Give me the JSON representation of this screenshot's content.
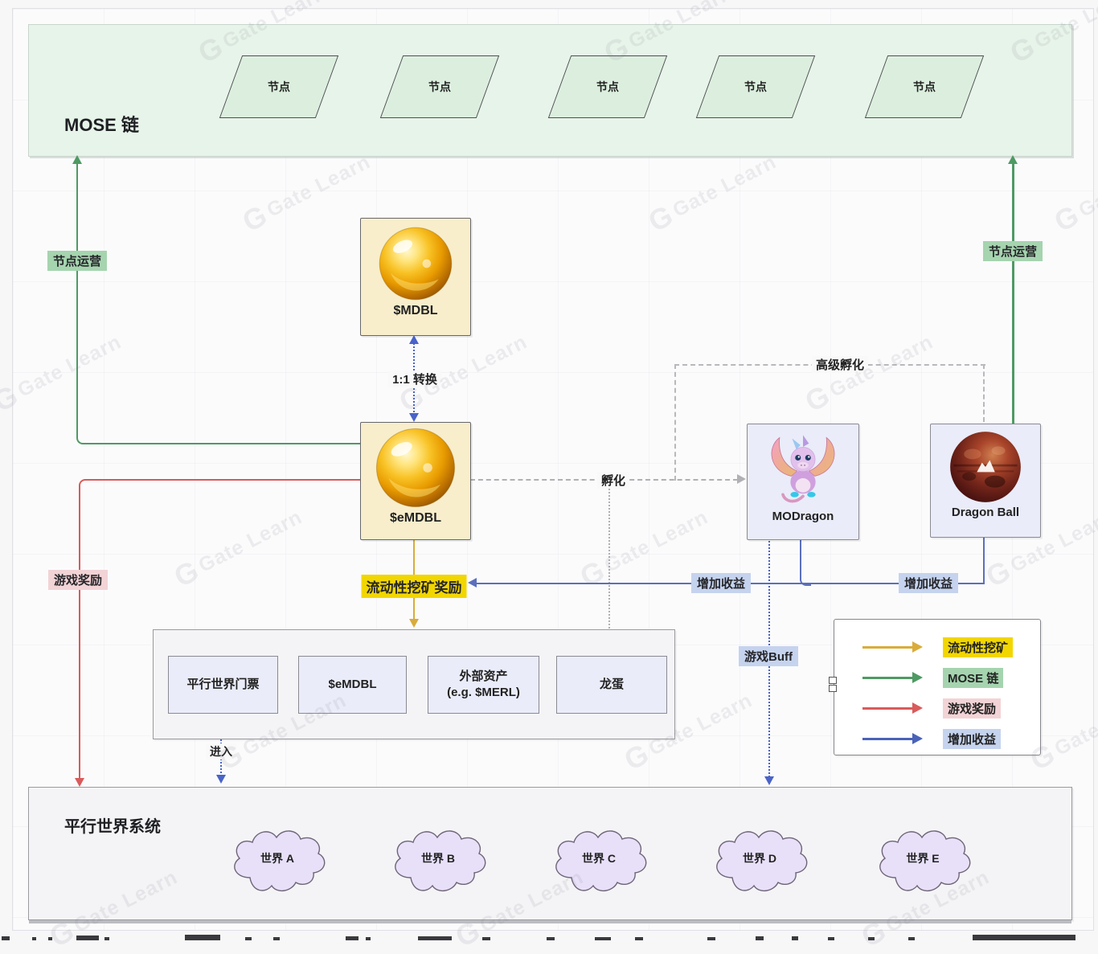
{
  "watermark": {
    "logo": "G",
    "text": "Gate Learn"
  },
  "colors": {
    "mose_green_fill": "#e7f4e9",
    "node_fill": "#dcefde",
    "token_fill": "#f8eecb",
    "nft_fill": "#eaecf9",
    "cloud_fill": "#e8e0f8",
    "line_green": "#4e9a63",
    "line_red": "#d95b5b",
    "line_blue": "#5b6fbd",
    "line_yellow": "#d9ac3a",
    "line_gray_dashed": "#b0b0b5",
    "badge_green_bg": "#a5d4af",
    "badge_pink_bg": "#f2d3d6",
    "badge_blue_bg": "#c5d3ee",
    "badge_yellow_bg": "#f2d600"
  },
  "mose_chain": {
    "title": "MOSE 链",
    "nodes": [
      "节点",
      "节点",
      "节点",
      "节点",
      "节点"
    ]
  },
  "entities": {
    "mdbl": "$MDBL",
    "emdbl": "$eMDBL",
    "modragon": "MODragon",
    "dragon_ball": "Dragon Ball"
  },
  "flow": {
    "node_op_left": "节点运营",
    "node_op_right": "节点运营",
    "game_reward": "游戏奖励",
    "convert": "1:1 转换",
    "hatch": "孵化",
    "advanced_hatch": "高级孵化",
    "lp_reward": "流动性挖矿奖励",
    "yield_left": "增加收益",
    "yield_right": "增加收益",
    "game_buff": "游戏Buff",
    "enter": "进入"
  },
  "asset_pool": {
    "items": [
      {
        "label": "平行世界门票",
        "sublabel": ""
      },
      {
        "label": "$eMDBL",
        "sublabel": ""
      },
      {
        "label": "外部资产",
        "sublabel": "(e.g. $MERL)"
      },
      {
        "label": "龙蛋",
        "sublabel": ""
      }
    ]
  },
  "legend": {
    "items": [
      {
        "label": "流动性挖矿",
        "arrow_color": "#d9ac3a",
        "bg": "#f2d600"
      },
      {
        "label": "MOSE 链",
        "arrow_color": "#4e9a63",
        "bg": "#a5d4af"
      },
      {
        "label": "游戏奖励",
        "arrow_color": "#d95b5b",
        "bg": "#f2d3d6"
      },
      {
        "label": "增加收益",
        "arrow_color": "#4a63b8",
        "bg": "#c5d3ee"
      }
    ]
  },
  "world_system": {
    "title": "平行世界系统",
    "worlds": [
      "世界 A",
      "世界 B",
      "世界 C",
      "世界 D",
      "世界 E"
    ]
  }
}
